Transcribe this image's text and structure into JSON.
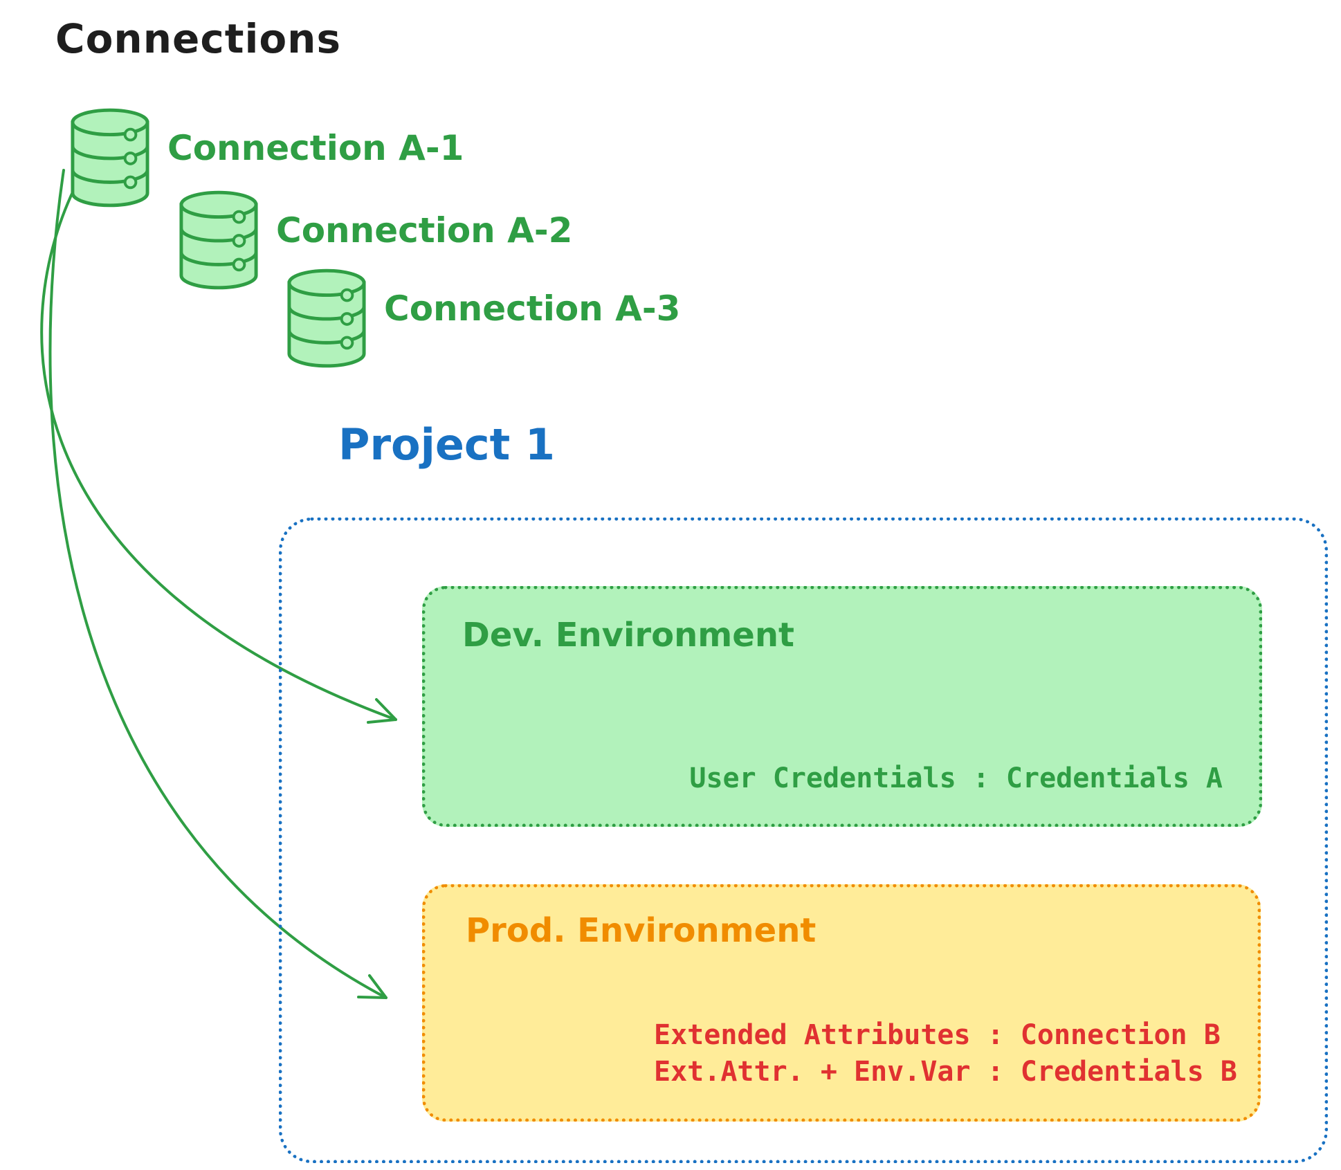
{
  "colors": {
    "text": "#1e1e1e",
    "green": "#2f9e44",
    "green_fill": "#b2f2bb",
    "blue": "#1971c2",
    "orange": "#f08c00",
    "yellow_fill": "#ffec99",
    "red": "#e03131"
  },
  "connections": {
    "title": "Connections",
    "items": [
      {
        "icon": "database-icon",
        "label": "Connection A-1"
      },
      {
        "icon": "database-icon",
        "label": "Connection A-2"
      },
      {
        "icon": "database-icon",
        "label": "Connection A-3"
      }
    ]
  },
  "project": {
    "title": "Project 1",
    "environments": [
      {
        "name": "Dev. Environment",
        "lines": [
          "User Credentials : Credentials A"
        ]
      },
      {
        "name": "Prod. Environment",
        "lines": [
          "Extended Attributes : Connection B",
          "Ext.Attr. + Env.Var : Credentials B"
        ]
      }
    ]
  }
}
